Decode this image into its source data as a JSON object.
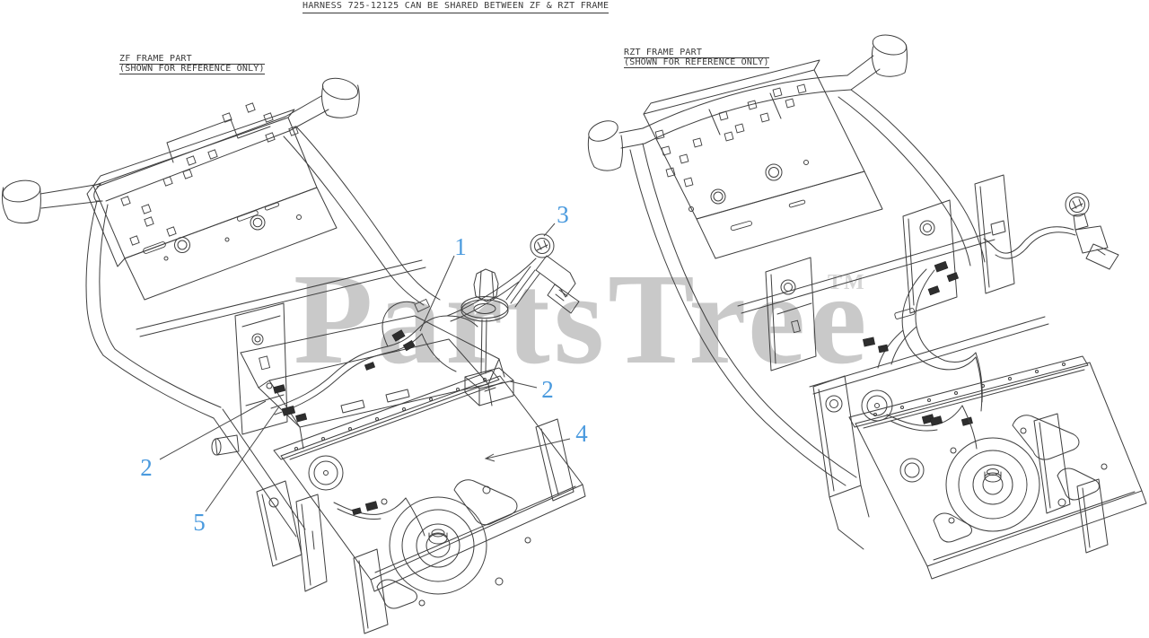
{
  "sheet": {
    "note": "HARNESS 725-12125 CAN BE SHARED BETWEEN ZF & RZT FRAME",
    "line_color": "#3f3f3f",
    "background": "#ffffff"
  },
  "watermark": {
    "text": "PartsTree",
    "tm": "TM",
    "color": "#c9c9c9",
    "tm_color": "#d6d6d6"
  },
  "diagrams": {
    "zf": {
      "label_line1": "ZF FRAME PART",
      "label_line2": "(SHOWN FOR REFERENCE ONLY)"
    },
    "rzt": {
      "label_line1": "RZT FRAME PART",
      "label_line2": "(SHOWN FOR REFERENCE ONLY)"
    }
  },
  "callouts": {
    "color": "#4a9ade",
    "items": [
      {
        "ref": "1"
      },
      {
        "ref": "3"
      },
      {
        "ref": "2"
      },
      {
        "ref": "4"
      },
      {
        "ref": "2"
      },
      {
        "ref": "5"
      }
    ]
  }
}
